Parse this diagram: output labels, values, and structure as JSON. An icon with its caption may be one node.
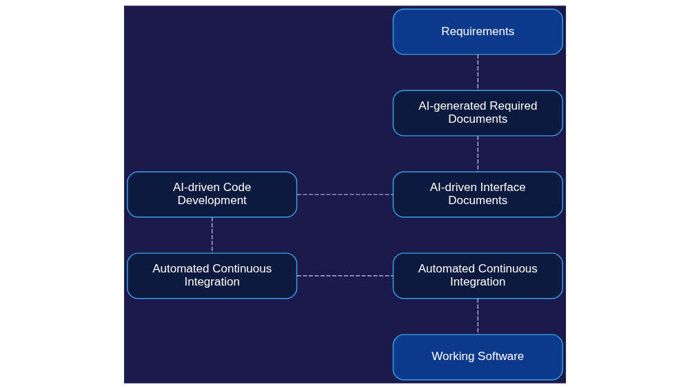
{
  "diagram": {
    "nodes": [
      {
        "text": [
          "Requirements"
        ]
      },
      {
        "text": [
          "AI-generated Required Documents"
        ]
      },
      {
        "text": [
          "AI-driven Code Development"
        ]
      },
      {
        "text": [
          "AI-driven Interface Documents"
        ]
      },
      {
        "text": [
          "Automated Continuous Integration"
        ]
      },
      {
        "text": [
          "Automated Continuous Integration"
        ]
      },
      {
        "text": [
          "Working Software"
        ]
      }
    ],
    "edges": [
      {
        "from": 0,
        "to": 1,
        "arrow": "none",
        "style": "dashed"
      },
      {
        "from": 1,
        "to": 3,
        "arrow": "none",
        "style": "dashed"
      },
      {
        "from": 2,
        "to": 3,
        "arrow": "none",
        "style": "dashed"
      },
      {
        "from": 2,
        "to": 4,
        "arrow": "none",
        "style": "dashed"
      },
      {
        "from": 4,
        "to": 5,
        "arrow": "none",
        "style": "dashed"
      },
      {
        "from": 5,
        "to": 6,
        "arrow": "none",
        "style": "dashed"
      }
    ]
  }
}
